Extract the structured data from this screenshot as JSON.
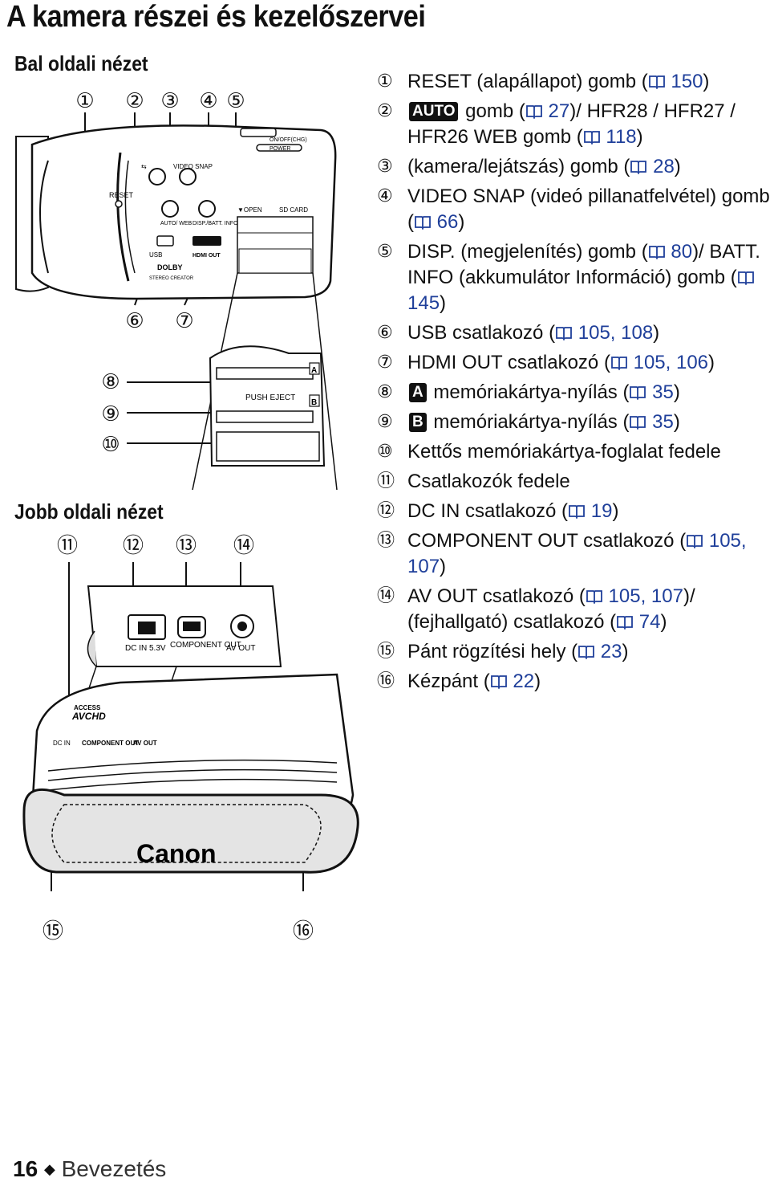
{
  "page_title": "A kamera részei és kezelőszervei",
  "left_view": {
    "heading": "Bal oldali nézet",
    "callouts_top": [
      "1",
      "2",
      "3",
      "4",
      "5"
    ],
    "callouts_mid": [
      "6",
      "7"
    ],
    "callouts_side": [
      "8",
      "9",
      "10"
    ],
    "labels": {
      "reset": "RESET",
      "mode": "⇆",
      "video_snap": "VIDEO SNAP",
      "auto_web": "AUTO/ WEB",
      "disp": "DISP./BATT. INFO",
      "open": "▼OPEN",
      "sd_card": "SD CARD",
      "usb": "USB",
      "hdmi": "HDMI OUT",
      "dolby": "DOLBY",
      "dolby_sub": "STEREO CREATOR",
      "onoff": "ON/OFF(CHG)",
      "power": "POWER",
      "push_eject": "PUSH EJECT",
      "slot_a": "A",
      "slot_b": "B"
    }
  },
  "right_view": {
    "heading": "Jobb oldali nézet",
    "callouts_top": [
      "11",
      "12",
      "13",
      "14"
    ],
    "callouts_bottom": [
      "15",
      "16"
    ],
    "labels": {
      "dc_in": "DC IN 5.3V",
      "component_out": "COMPONENT OUT",
      "av_out": "AV OUT",
      "dc_in_small": "DC IN",
      "component_small": "COMPONENT OUT",
      "av_small": "AV OUT",
      "access": "ACCESS",
      "avchd": "AVCHD",
      "brand": "Canon"
    }
  },
  "legend": [
    {
      "num": "1",
      "text": "RESET (alapállapot) gomb (",
      "ref": "150",
      "after": ")"
    },
    {
      "num": "2",
      "badge": "AUTO",
      "text": " gomb (",
      "ref": "27",
      "after": ")/ HFR28 / HFR27 / HFR26 WEB gomb (",
      "ref2": "118",
      "after2": ")"
    },
    {
      "num": "3",
      "text": "(kamera/lejátszás) gomb (",
      "ref": "28",
      "after": ")"
    },
    {
      "num": "4",
      "text": "VIDEO SNAP (videó pillanatfelvétel) gomb (",
      "ref": "66",
      "after": ")"
    },
    {
      "num": "5",
      "text": "DISP. (megjelenítés) gomb (",
      "ref": "80",
      "after": ")/ BATT. INFO (akkumulátor Információ) gomb (",
      "ref2": "145",
      "after2": ")"
    },
    {
      "num": "6",
      "text": "USB csatlakozó (",
      "ref": "105, 108",
      "after": ")"
    },
    {
      "num": "7",
      "text": "HDMI OUT csatlakozó (",
      "ref": "105, 106",
      "after": ")"
    },
    {
      "num": "8",
      "badge": "A",
      "text": " memóriakártya-nyílás (",
      "ref": "35",
      "after": ")"
    },
    {
      "num": "9",
      "badge": "B",
      "text": " memóriakártya-nyílás (",
      "ref": "35",
      "after": ")"
    },
    {
      "num": "10",
      "text": "Kettős memóriakártya-foglalat fedele"
    },
    {
      "num": "11",
      "text": "Csatlakozók fedele"
    },
    {
      "num": "12",
      "text": "DC IN csatlakozó (",
      "ref": "19",
      "after": ")"
    },
    {
      "num": "13",
      "text": "COMPONENT OUT csatlakozó (",
      "ref": "105, 107",
      "after": ")"
    },
    {
      "num": "14",
      "text": "AV OUT csatlakozó (",
      "ref": "105, 107",
      "after": ")/ (fejhallgató) csatlakozó (",
      "ref2": "74",
      "after2": ")"
    },
    {
      "num": "15",
      "text": "Pánt rögzítési hely (",
      "ref": "23",
      "after": ")"
    },
    {
      "num": "16",
      "text": "Kézpánt (",
      "ref": "22",
      "after": ")"
    }
  ],
  "footer": {
    "page": "16",
    "separator": "◆",
    "section": "Bevezetés"
  }
}
